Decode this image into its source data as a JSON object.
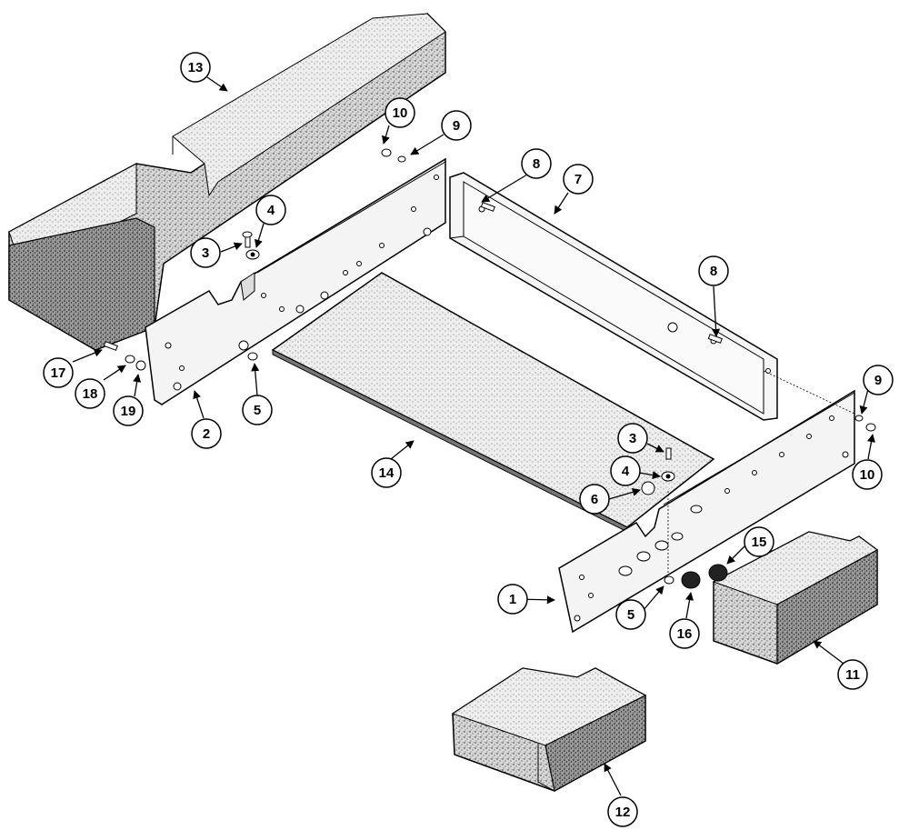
{
  "diagram": {
    "type": "exploded-parts-view",
    "callouts": {
      "c1": "1",
      "c2": "2",
      "c3a": "3",
      "c3b": "3",
      "c4a": "4",
      "c4b": "4",
      "c5a": "5",
      "c5b": "5",
      "c6": "6",
      "c7": "7",
      "c8a": "8",
      "c8b": "8",
      "c9a": "9",
      "c9b": "9",
      "c10a": "10",
      "c10b": "10",
      "c11": "11",
      "c12": "12",
      "c13": "13",
      "c14": "14",
      "c15": "15",
      "c16": "16",
      "c17": "17",
      "c18": "18",
      "c19": "19"
    }
  }
}
